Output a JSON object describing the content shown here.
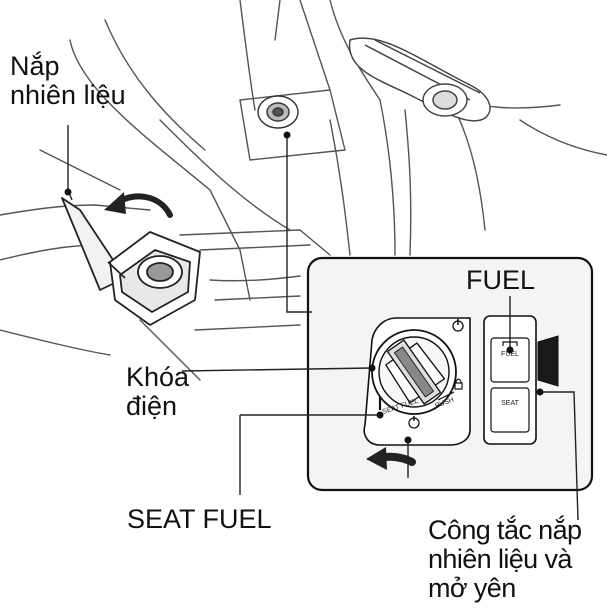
{
  "labels": {
    "fuel_cap": [
      "Nắp",
      "nhiên liệu"
    ],
    "ignition": [
      "Khóa",
      "điện"
    ],
    "fuel": "FUEL",
    "seat_fuel": "SEAT FUEL",
    "switch": [
      "Công tắc nắp",
      "nhiên liệu và",
      "mở yên"
    ]
  },
  "switch_panel": {
    "top_button": "FUEL",
    "bottom_button": "SEAT"
  },
  "ignition_marks": {
    "seat_fuel_mark": "SEAT FUEL",
    "push_mark": "PUSH"
  },
  "colors": {
    "ink": "#111111",
    "line": "#555555",
    "panel_bg": "#f4f4f4"
  }
}
